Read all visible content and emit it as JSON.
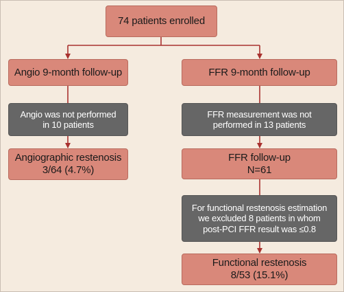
{
  "nodes": {
    "enrolled": {
      "lines": [
        "74 patients enrolled"
      ]
    },
    "angio_followup": {
      "lines": [
        "Angio 9-month follow-up"
      ]
    },
    "ffr_followup_header": {
      "lines": [
        "FFR 9-month follow-up"
      ]
    },
    "angio_not_performed": {
      "lines": [
        "Angio was not performed",
        "in 10 patients"
      ]
    },
    "ffr_not_performed": {
      "lines": [
        "FFR measurement was not",
        "performed in 13 patients"
      ]
    },
    "angio_restenosis": {
      "lines": [
        "Angiographic restenosis",
        "3/64 (4.7%)"
      ]
    },
    "ffr_followup_n": {
      "lines": [
        "FFR follow-up",
        "N=61"
      ]
    },
    "functional_exclusion": {
      "lines": [
        "For functional restenosis estimation",
        "we excluded 8 patients in whom",
        "post-PCI FFR result was ≤0.8"
      ]
    },
    "functional_restenosis": {
      "lines": [
        "Functional restenosis",
        "8/53 (15.1%)"
      ]
    }
  },
  "colors": {
    "background": "#f5ebdf",
    "box_fill": "#d9887a",
    "box_border": "#b86a5d",
    "exclusion_fill": "#666666",
    "arrow": "#a8312f"
  }
}
